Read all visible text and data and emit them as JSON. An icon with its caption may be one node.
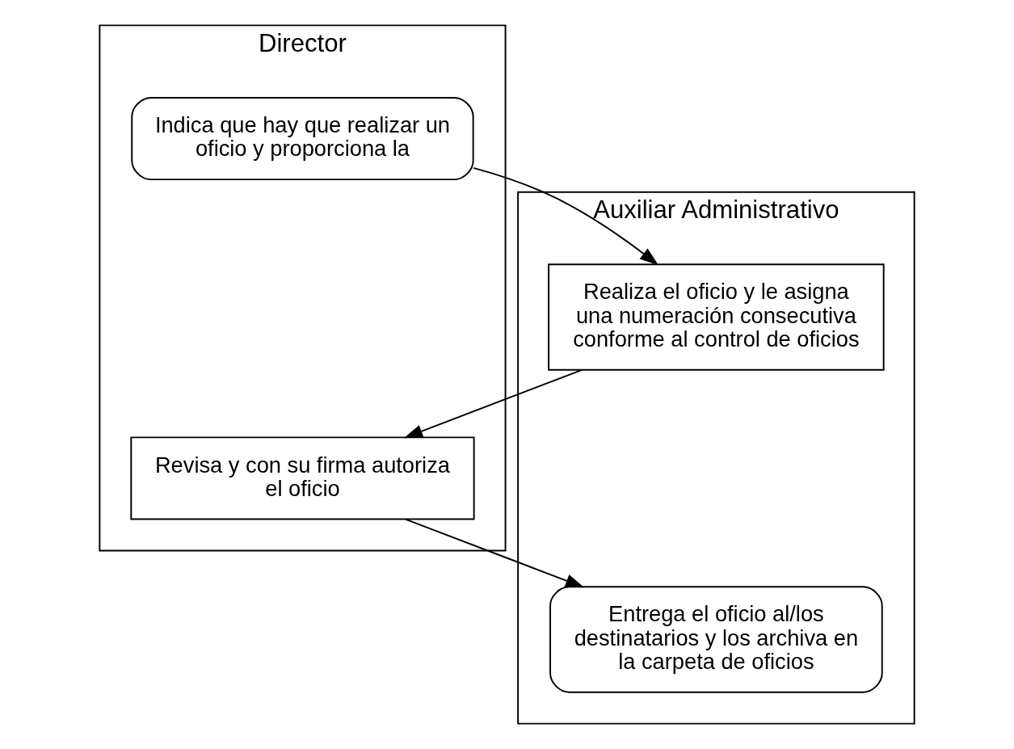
{
  "diagram": {
    "nodes": [
      {
        "text": [
          "Auxiliar Administrativo"
        ]
      },
      {
        "text": [
          "Director"
        ]
      },
      {
        "text": [
          "Indica que hay que realizar un oficio y proporciona la"
        ],
        "in": 1
      },
      {
        "text": [
          "Realiza el oficio y le asigna una numeración consecutiva conforme al control de oficios"
        ],
        "in": 0
      },
      {
        "text": [
          "Revisa y con su firma autoriza el oficio"
        ],
        "in": 1
      },
      {
        "text": [
          "Entrega el oficio al/los destinatarios y los archiva en la carpeta de oficios"
        ],
        "in": 0
      }
    ],
    "edges": [
      {
        "from": 2,
        "to": 3,
        "arrow": "to"
      },
      {
        "from": 3,
        "to": 4,
        "arrow": "to"
      },
      {
        "from": 4,
        "to": 5,
        "arrow": "to"
      }
    ]
  }
}
